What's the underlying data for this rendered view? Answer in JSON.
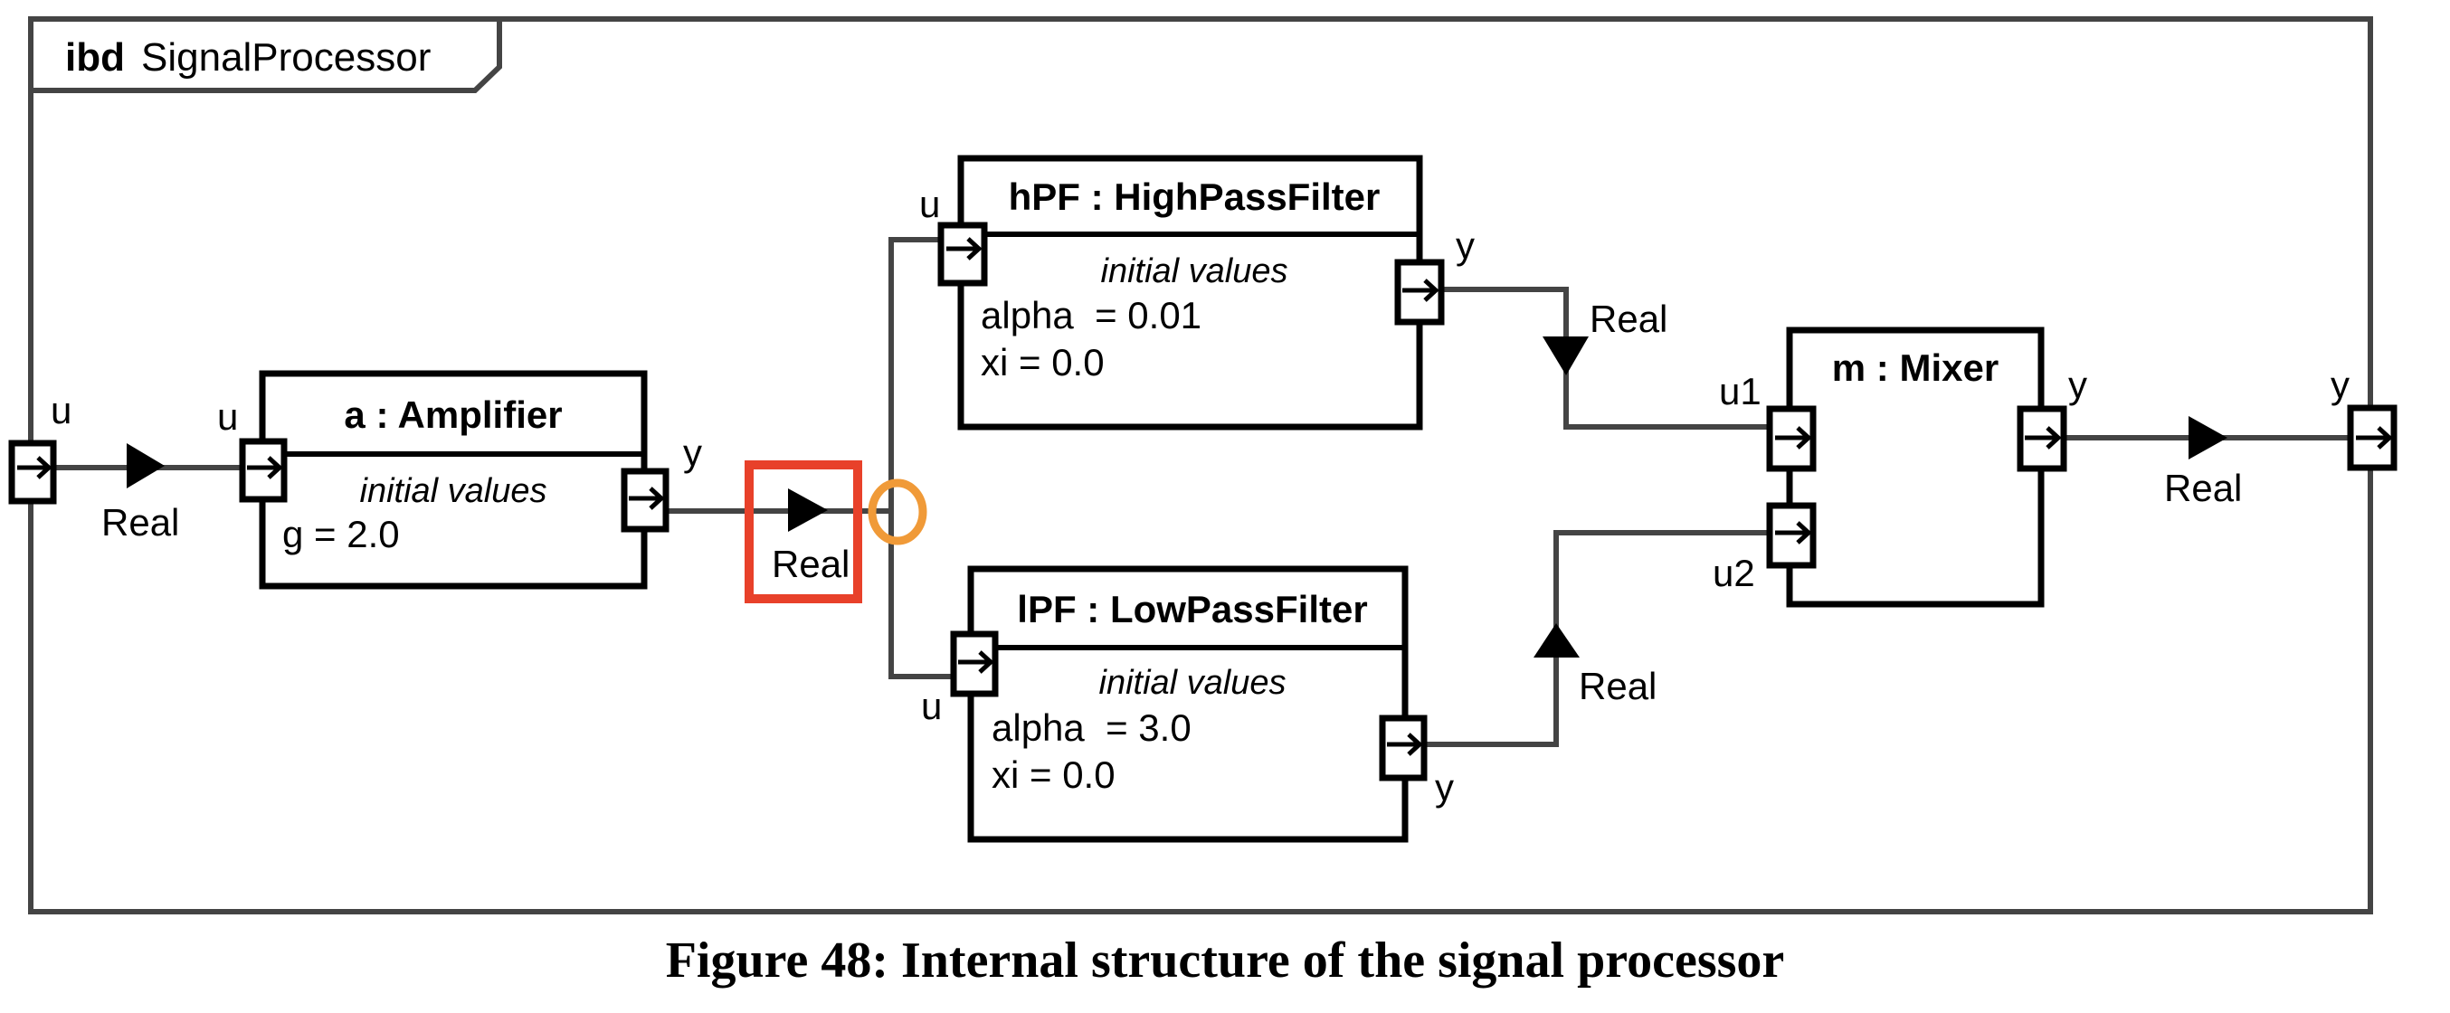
{
  "frame": {
    "kind": "ibd",
    "name": "SignalProcessor"
  },
  "colors": {
    "highlight_box": "#E8412A",
    "highlight_circle": "#F09A38",
    "connector": "#444444"
  },
  "boundary_ports": {
    "input": {
      "name": "u"
    },
    "output": {
      "name": "y"
    }
  },
  "parts": {
    "amplifier": {
      "title": "a : Amplifier",
      "compartment": "initial values",
      "values": [
        "g = 2.0"
      ],
      "ports": {
        "in": "u",
        "out": "y"
      }
    },
    "hpf": {
      "title": "hPF : HighPassFilter",
      "compartment": "initial values",
      "values": [
        "alpha  = 0.01",
        "xi = 0.0"
      ],
      "ports": {
        "in": "u",
        "out": "y"
      }
    },
    "lpf": {
      "title": "lPF : LowPassFilter",
      "compartment": "initial values",
      "values": [
        "alpha  = 3.0",
        "xi = 0.0"
      ],
      "ports": {
        "in": "u",
        "out": "y"
      }
    },
    "mixer": {
      "title": "m : Mixer",
      "ports": {
        "in1": "u1",
        "in2": "u2",
        "out": "y"
      }
    }
  },
  "flows": {
    "input_to_amp": "Real",
    "amp_to_filters": "Real",
    "hpf_to_mixer": "Real",
    "lpf_to_mixer": "Real",
    "mixer_to_output": "Real"
  },
  "caption": "Figure 48: Internal structure of the signal processor"
}
